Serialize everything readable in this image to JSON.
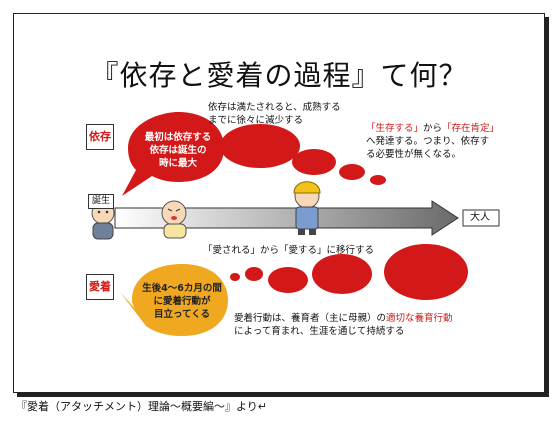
{
  "title": "『依存と愛着の過程』て何？",
  "labels": {
    "dependence": "依存",
    "attachment": "愛着",
    "birth": "誕生",
    "adult": "大人"
  },
  "bubbles": {
    "dependence": "最初は依存する\n依存は誕生の\n時に最大",
    "attachment": "生後4～6カ月の間\nに愛着行動が\n目立ってくる"
  },
  "texts": {
    "dep_decrease": "依存は満たされると、成熟する\nまでに徐々に減少する",
    "survive_1": "「生存する」",
    "survive_2": "から",
    "survive_3": "「存在肯定」",
    "survive_4": "へ発達する。つまり、依存す\nる必要性が無くなる。",
    "loved": "「愛される」から「愛する」に移行する",
    "attach_1": "愛着行動は、養育者（主に母親）の",
    "attach_2": "適切な養育行動",
    "attach_3": "によって育まれ、生涯を通じて持続する"
  },
  "caption": "『愛着（アタッチメント）理論～概要編～』より↵",
  "colors": {
    "red": "#d21818",
    "orange": "#f0a820"
  }
}
